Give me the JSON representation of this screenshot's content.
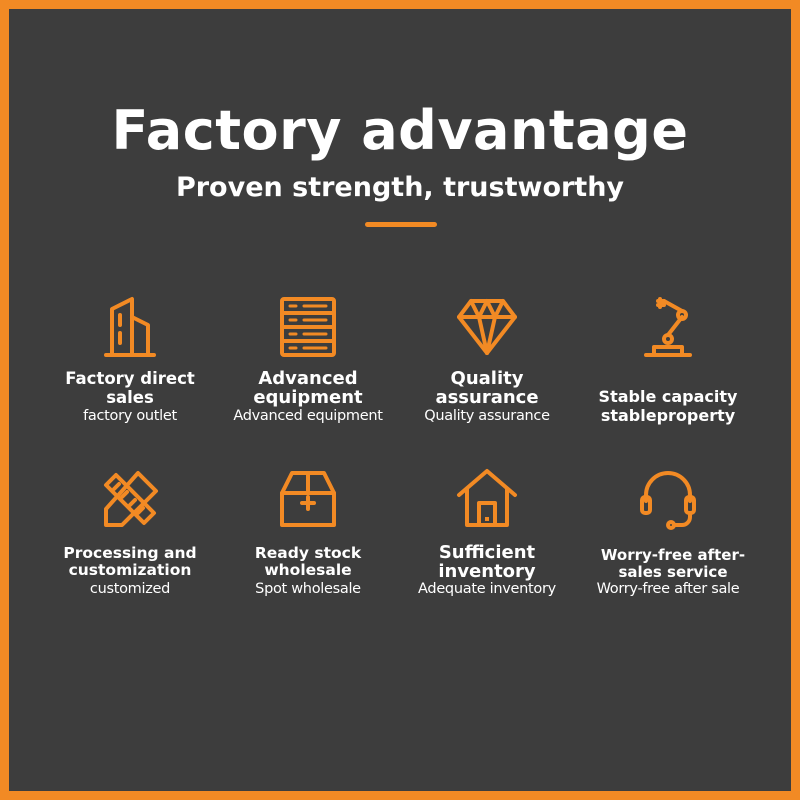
{
  "header": {
    "title": "Factory advantage",
    "subtitle": "Proven strength, trustworthy"
  },
  "accent_color": "#f28a24",
  "background_color": "#3d3d3d",
  "features": [
    {
      "icon": "building-icon",
      "title": "Factory direct sales",
      "subtitle": "factory outlet"
    },
    {
      "icon": "list-panel-icon",
      "title": "Advanced equipment",
      "subtitle": "Advanced equipment"
    },
    {
      "icon": "diamond-icon",
      "title": "Quality assurance",
      "subtitle": "Quality assurance"
    },
    {
      "icon": "robot-arm-icon",
      "title": "Stable capacity",
      "title_line2": "stableproperty",
      "subtitle": ""
    },
    {
      "icon": "pencil-ruler-icon",
      "title": "Processing and customization",
      "subtitle": "customized"
    },
    {
      "icon": "box-icon",
      "title": "Ready stock wholesale",
      "subtitle": "Spot wholesale"
    },
    {
      "icon": "warehouse-icon",
      "title": "Sufficient inventory",
      "subtitle": "Adequate inventory"
    },
    {
      "icon": "headset-icon",
      "title": "Worry-free after-sales service",
      "subtitle": "Worry-free after sale"
    }
  ]
}
